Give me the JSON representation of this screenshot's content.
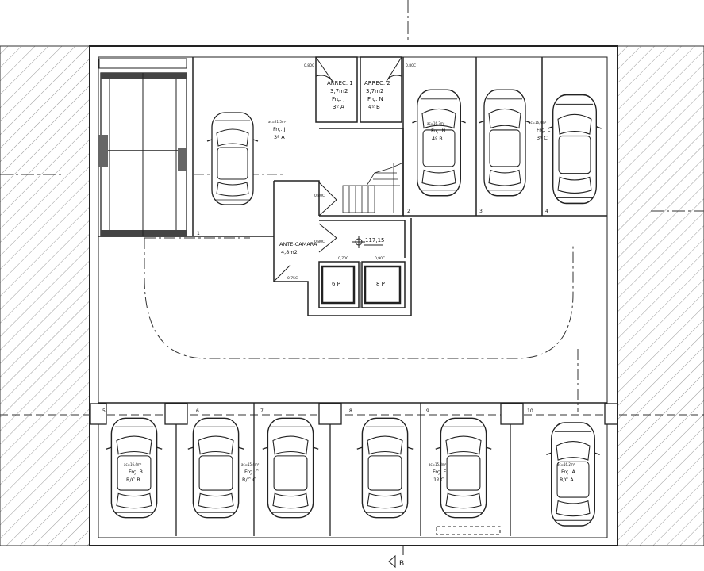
{
  "storage_rooms": [
    {
      "title": "ARREC. 1",
      "area": "3,7m2",
      "owner": "Frç. J",
      "floor": "3º A"
    },
    {
      "title": "ARREC. 2",
      "area": "3,7m2",
      "owner": "Frç. N",
      "floor": "4º B"
    }
  ],
  "anteroom": {
    "title": "ANTE-CAMARA",
    "area": "4,8m2"
  },
  "elevators": [
    "6 P",
    "8 P"
  ],
  "elevation_mark": "117,15",
  "door_tags": {
    "d1": "0,80C",
    "d2": "0,80C",
    "d3": "0,80C",
    "d4": "0,80C",
    "d5": "0,70C",
    "d6": "0,90C",
    "d7": "0,75C"
  },
  "parking_spots": [
    {
      "number": "1",
      "owner": "Frç. J",
      "floor": "3º A",
      "area": "ac=21.5m²"
    },
    {
      "number": "2",
      "owner": "Frç. N",
      "floor": "4º B",
      "area": "ac=16,3m²"
    },
    {
      "number": "3",
      "owner": "",
      "floor": "",
      "area": ""
    },
    {
      "number": "4",
      "owner": "Frç. L",
      "floor": "3º C",
      "area": "ac=16,0m²"
    },
    {
      "number": "5",
      "owner": "Frç. B",
      "floor": "R/C B",
      "area": "ac=16,4m²"
    },
    {
      "number": "6",
      "owner": "",
      "floor": "",
      "area": ""
    },
    {
      "number": "7",
      "owner": "Frç. C",
      "floor": "R/C C",
      "area": "ac=15,4m²"
    },
    {
      "number": "8",
      "owner": "",
      "floor": "",
      "area": ""
    },
    {
      "number": "9",
      "owner": "Frç. F",
      "floor": "1º C",
      "area": "ac=15,8m²"
    },
    {
      "number": "10",
      "owner": "Frç. A",
      "floor": "R/C A",
      "area": "ac=16,2m²"
    }
  ],
  "section_mark": "B"
}
